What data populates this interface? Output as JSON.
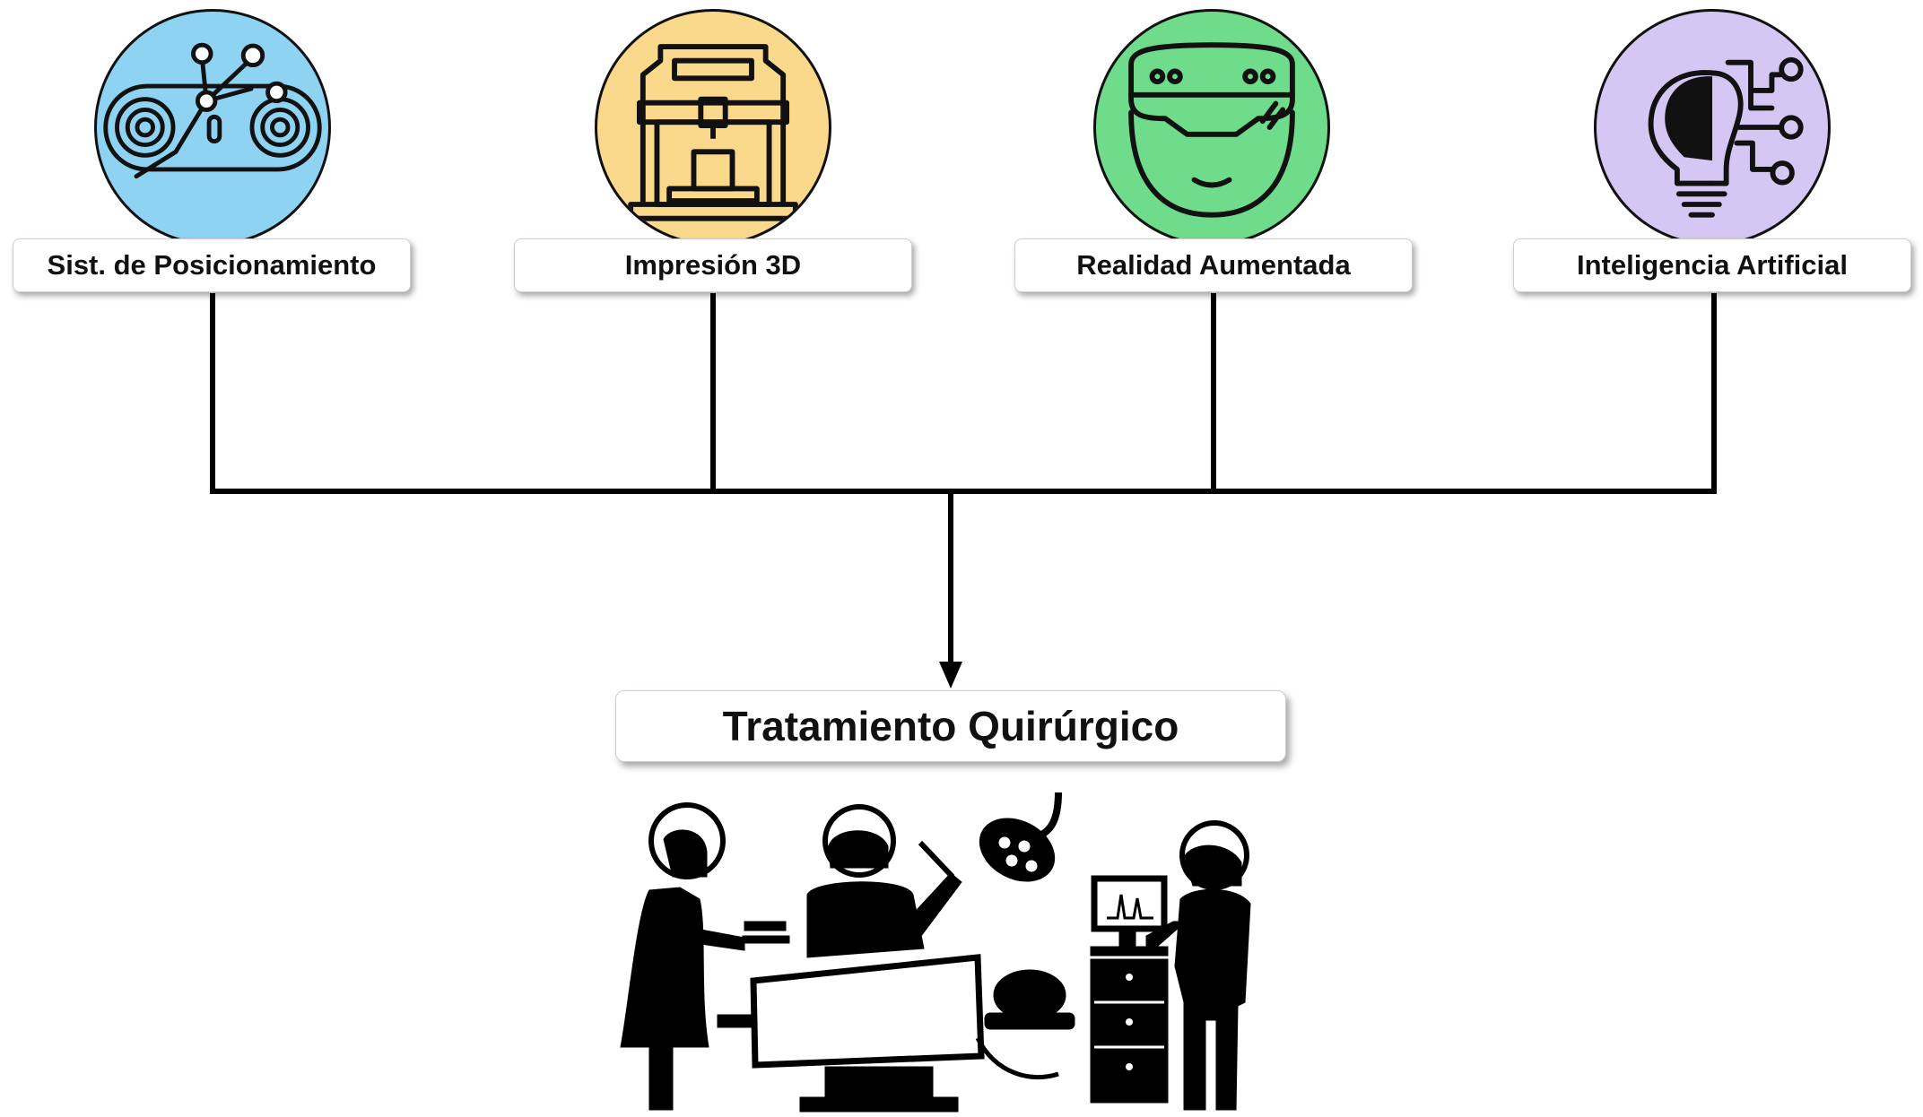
{
  "nodes": [
    {
      "label": "Sist.  de Posicionamiento",
      "icon": "robotic-arm-icon",
      "color": "#8fd3f3"
    },
    {
      "label": "Impresión 3D",
      "icon": "3d-printer-icon",
      "color": "#fbd98c"
    },
    {
      "label": "Realidad Aumentada",
      "icon": "vr-headset-icon",
      "color": "#6fdc8c"
    },
    {
      "label": "Inteligencia Artificial",
      "icon": "ai-brain-bulb-icon",
      "color": "#d4c7f3"
    }
  ],
  "result": {
    "label": "Tratamiento Quirúrgico",
    "icon": "surgery-team-icon"
  }
}
